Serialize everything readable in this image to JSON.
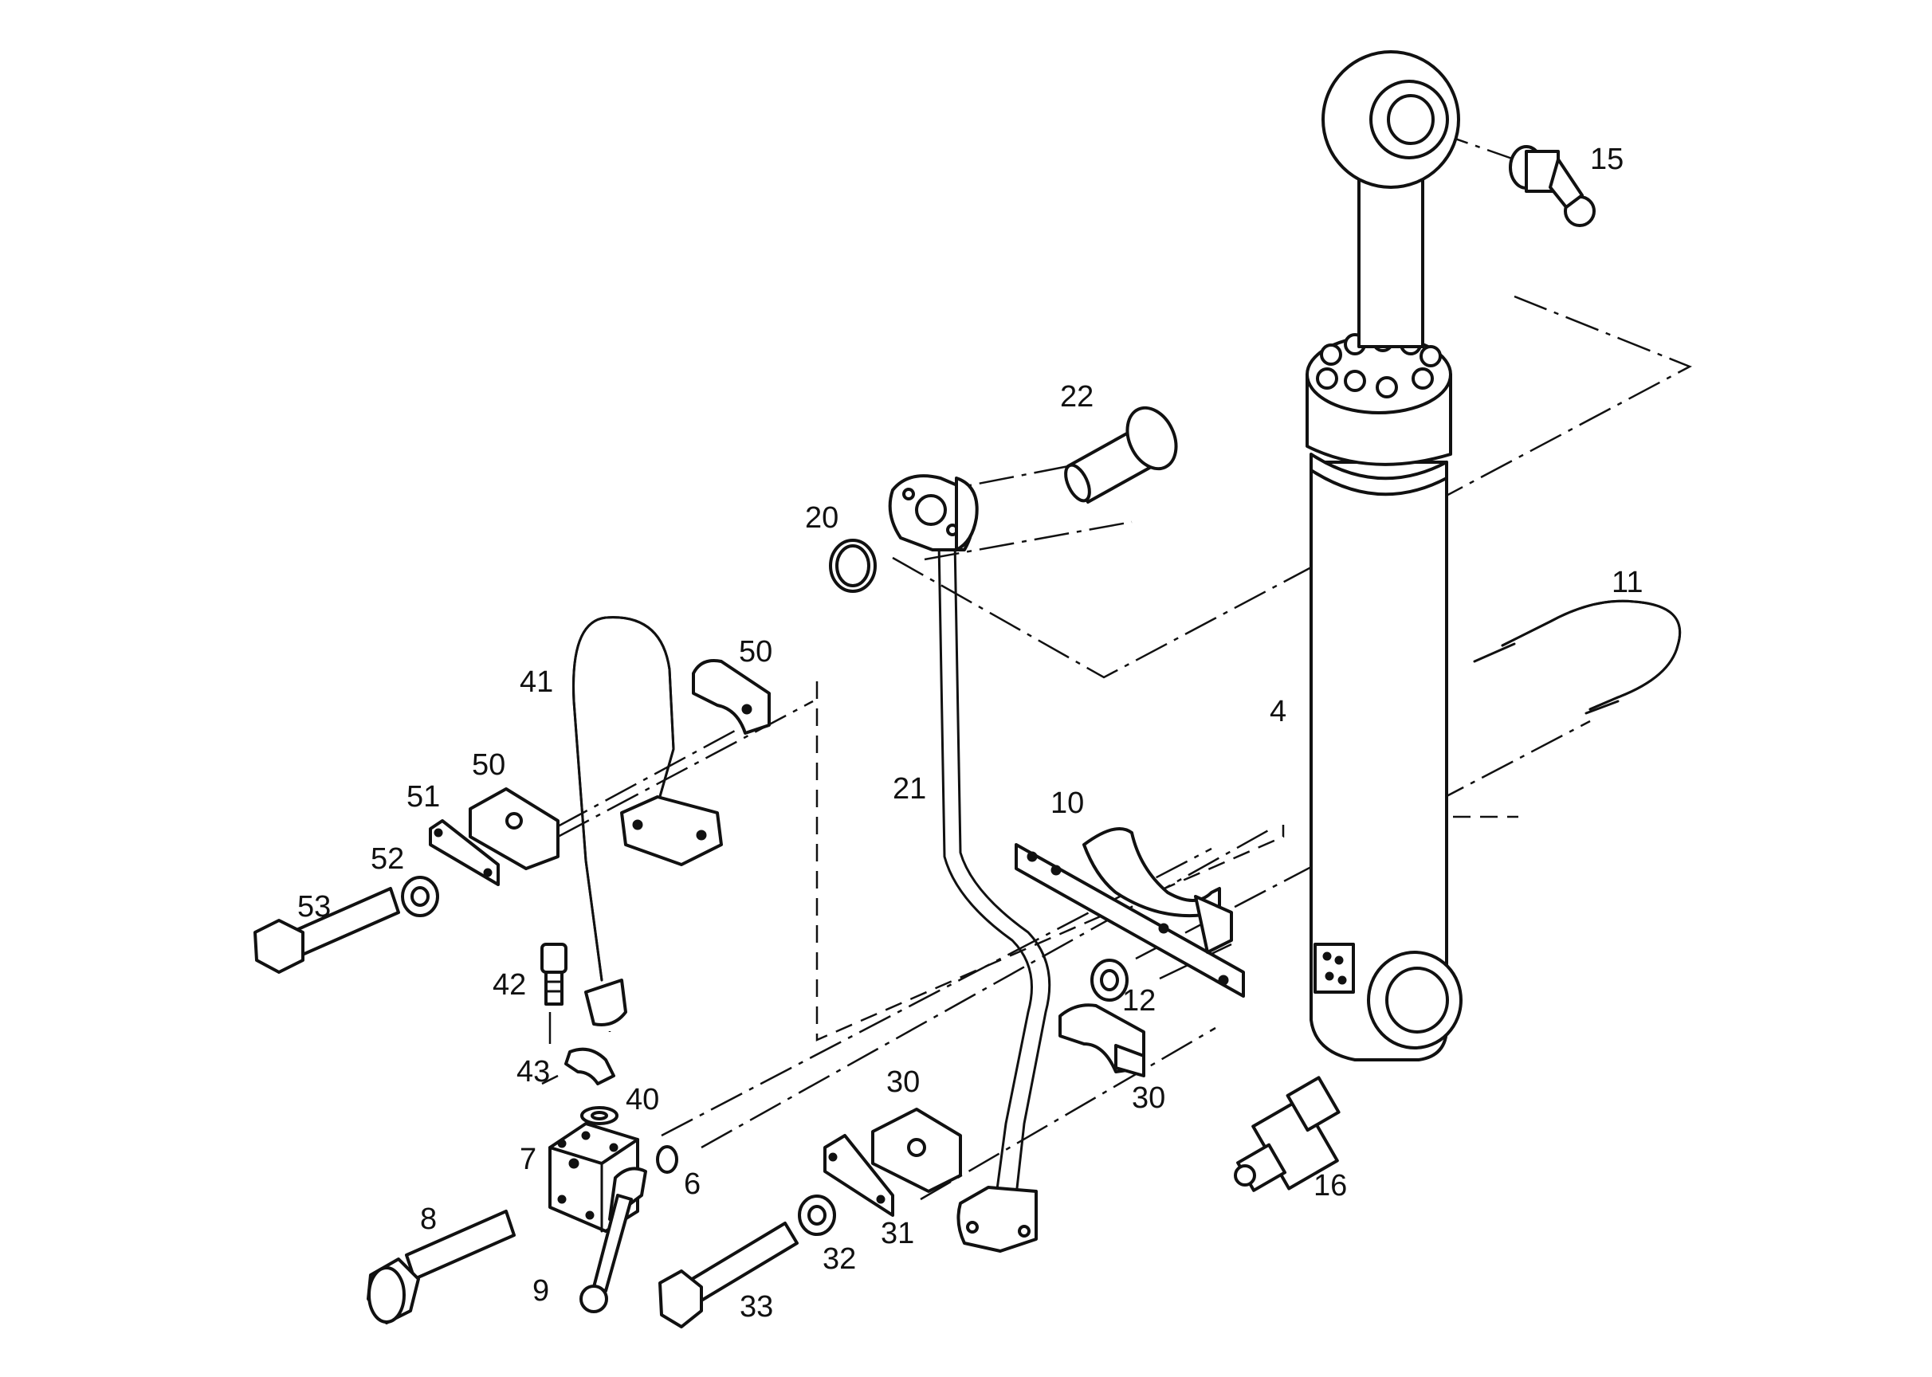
{
  "colors": {
    "ink": "#111111",
    "paper": "#ffffff"
  },
  "callouts": {
    "c4": "4",
    "c6": "6",
    "c7": "7",
    "c8": "8",
    "c9": "9",
    "c10": "10",
    "c11": "11",
    "c12": "12",
    "c15": "15",
    "c16": "16",
    "c20": "20",
    "c21": "21",
    "c22": "22",
    "c30a": "30",
    "c30b": "30",
    "c31": "31",
    "c32": "32",
    "c33": "33",
    "c40": "40",
    "c41": "41",
    "c42": "42",
    "c43": "43",
    "c50a": "50",
    "c50b": "50",
    "c51": "51",
    "c52": "52",
    "c53": "53"
  }
}
